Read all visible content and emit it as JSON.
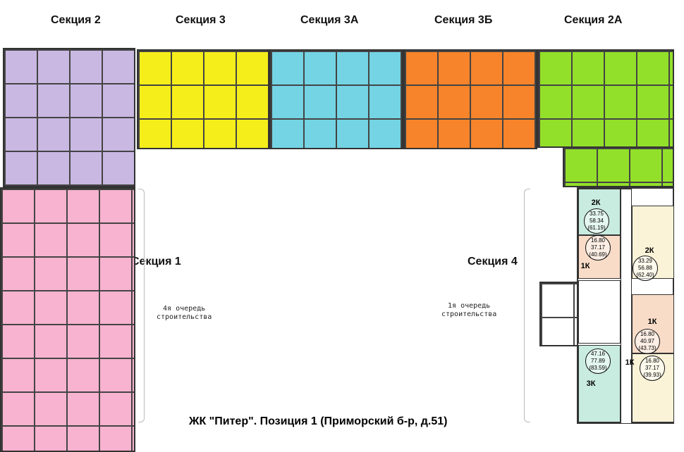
{
  "sections": [
    {
      "id": "2",
      "label": "Секция 2",
      "color": "#c9b8e2"
    },
    {
      "id": "3",
      "label": "Секция 3",
      "color": "#f5ee1a"
    },
    {
      "id": "3a",
      "label": "Секция 3А",
      "color": "#74d4e4"
    },
    {
      "id": "3b",
      "label": "Секция 3Б",
      "color": "#f7842a"
    },
    {
      "id": "2a",
      "label": "Секция 2А",
      "color": "#93e02a"
    },
    {
      "id": "1",
      "label": "Секция 1",
      "color": "#f7b3cf"
    },
    {
      "id": "4",
      "label": "Секция 4",
      "color": "#c9ece0"
    }
  ],
  "notes": {
    "left": [
      "4я очередь",
      "строительства"
    ],
    "right": [
      "1я очередь",
      "строительства"
    ]
  },
  "apartments": [
    {
      "type": "2К",
      "area": [
        "33.75",
        "58.34",
        "(61.19)"
      ]
    },
    {
      "type": "1К",
      "area": [
        "16.80",
        "37.17",
        "(40.69)"
      ]
    },
    {
      "type": "2К",
      "area": [
        "33.29",
        "56.88",
        "(62.40)"
      ]
    },
    {
      "type": "1К",
      "area": [
        "16.80",
        "40.97",
        "(43.73)"
      ]
    },
    {
      "type": "3К",
      "area": [
        "47.16",
        "77.89",
        "(83.59)"
      ]
    },
    {
      "type": "1К",
      "area": [
        "16.80",
        "37.17",
        "(39.93)"
      ]
    }
  ],
  "caption": "ЖК \"Питер\". Позиция 1 (Приморский б-р, д.51)"
}
